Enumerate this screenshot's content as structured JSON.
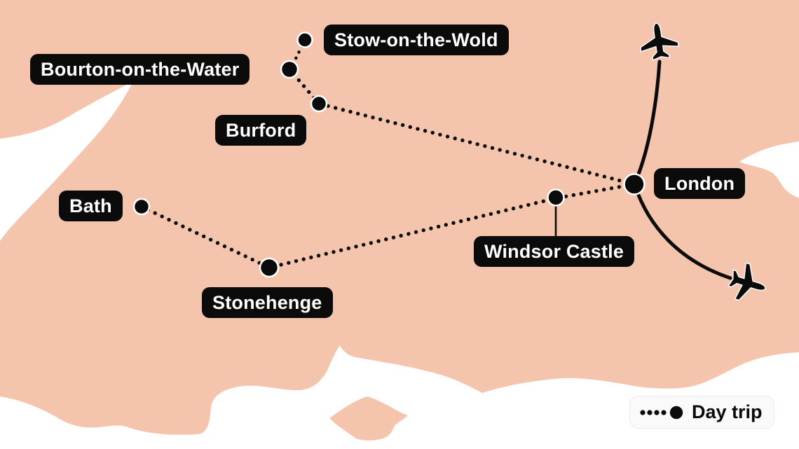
{
  "map": {
    "type": "stylized-route-map",
    "region_depicted": "Southern England",
    "colors": {
      "land": "#F5C4AD",
      "sea": "#FFFFFF",
      "route_ink": "#0B0B0B",
      "label_bg": "#0B0B0B",
      "label_text": "#FFFFFF",
      "legend_bg": "#FAFAFA"
    },
    "locations": [
      {
        "name": "Stow-on-the-Wold"
      },
      {
        "name": "Bourton-on-the-Water"
      },
      {
        "name": "Burford"
      },
      {
        "name": "Bath"
      },
      {
        "name": "Stonehenge"
      },
      {
        "name": "Windsor Castle"
      },
      {
        "name": "London"
      }
    ],
    "day_trips": [
      [
        "London",
        "Burford",
        "Bourton-on-the-Water",
        "Stow-on-the-Wold"
      ],
      [
        "London",
        "Windsor Castle",
        "Stonehenge",
        "Bath"
      ]
    ],
    "flights": {
      "icon": "plane-icon",
      "paths": [
        "arrival-from-north-into-London",
        "departure-to-southeast-from-London"
      ]
    },
    "legend": {
      "marker_icon": "dotted-line-with-stop-icon",
      "label": "Day trip"
    }
  }
}
